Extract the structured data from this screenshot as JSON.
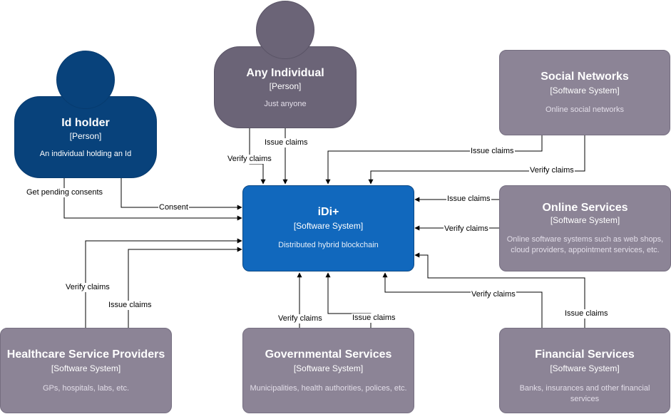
{
  "colors": {
    "person_primary": "#08427b",
    "person_external": "#6b6477",
    "core_system": "#1168bd",
    "external_system": "#8c8496",
    "edge": "#000000"
  },
  "nodes": {
    "id_holder": {
      "title": "Id holder",
      "kind": "[Person]",
      "desc": "An individual holding an Id"
    },
    "any_individual": {
      "title": "Any Individual",
      "kind": "[Person]",
      "desc": "Just anyone"
    },
    "social_networks": {
      "title": "Social Networks",
      "kind": "[Software System]",
      "desc": "Online social networks"
    },
    "idi": {
      "title": "iDi+",
      "kind": "[Software System]",
      "desc": "Distributed hybrid blockchain"
    },
    "online_services": {
      "title": "Online Services",
      "kind": "[Software System]",
      "desc": "Online software systems such as web shops, cloud providers, appointment services, etc."
    },
    "healthcare": {
      "title": "Healthcare Service Providers",
      "kind": "[Software System]",
      "desc": "GPs, hospitals, labs, etc."
    },
    "governmental": {
      "title": "Governmental Services",
      "kind": "[Software System]",
      "desc": "Municipalities, health authorities, polices, etc."
    },
    "financial": {
      "title": "Financial Services",
      "kind": "[Software System]",
      "desc": "Banks, insurances and other financial services"
    }
  },
  "edges": {
    "get_pending_consents": "Get pending consents",
    "consent": "Consent",
    "any_verify": "Verify claims",
    "any_issue": "Issue claims",
    "social_issue": "Issue claims",
    "social_verify": "Verify claims",
    "online_issue": "Issue claims",
    "online_verify": "Verify claims",
    "health_verify": "Verify claims",
    "health_issue": "Issue claims",
    "gov_verify": "Verify claims",
    "gov_issue": "Issue claims",
    "fin_verify": "Verify claims",
    "fin_issue": "Issue claims"
  }
}
